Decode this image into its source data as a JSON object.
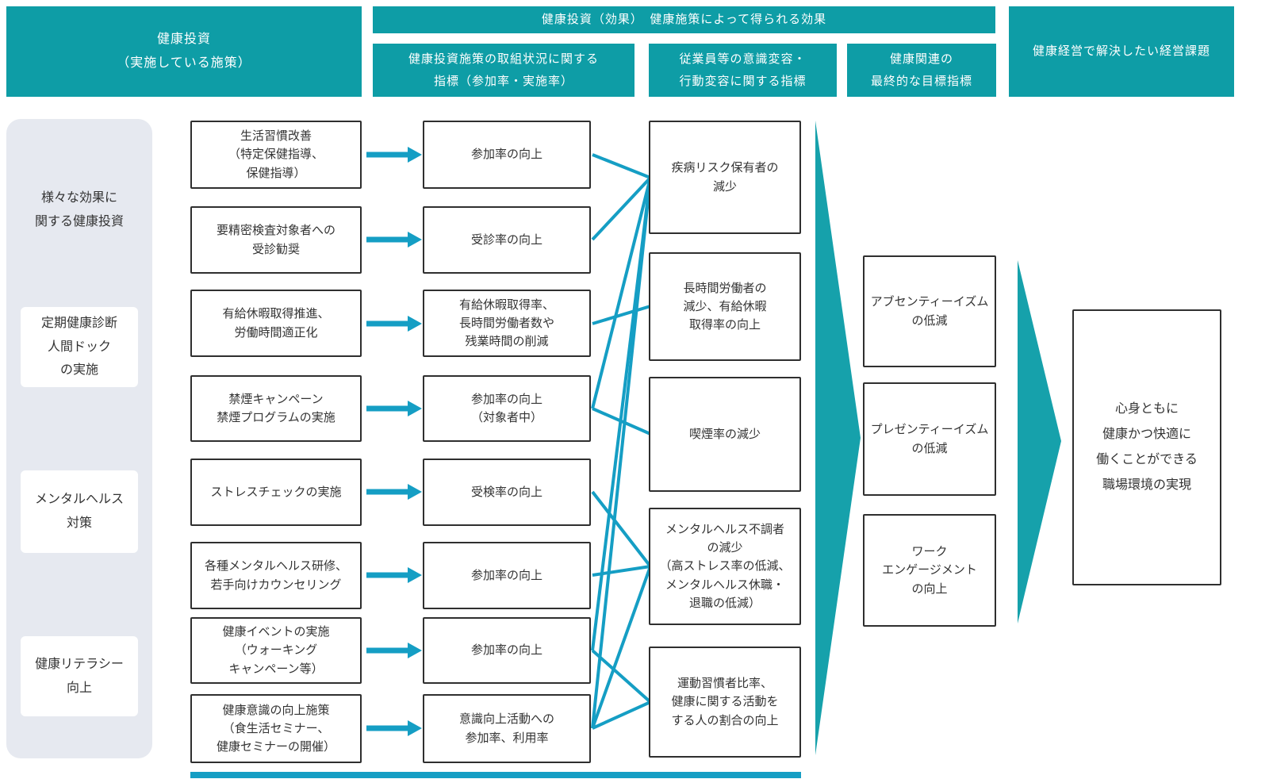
{
  "colors": {
    "header_bg": "#0E9DA6",
    "arrow_teal": "#16A1AB",
    "connector_cyan": "#159EC4",
    "sidebar_bg": "#E6E9F0",
    "box_border": "#2F2F2F",
    "text_dark": "#333333",
    "header_text": "#FFFFFF"
  },
  "headers": {
    "investment": "健康投資\n（実施している施策）",
    "effects_strip": "健康投資（効果）　健康施策によって得られる効果",
    "initiative_status": "健康投資施策の取組状況に関する\n指標（参加率・実施率）",
    "awareness_change": "従業員等の意識変容・\n行動変容に関する指標",
    "final_target": "健康関連の\n最終的な目標指標",
    "management_issue": "健康経営で解決したい経営課題"
  },
  "sidebar": {
    "categories": [
      {
        "label": "様々な効果に\n関する健康投資",
        "boxed": false
      },
      {
        "label": "定期健康診断\n人間ドック\nの実施",
        "boxed": true
      },
      {
        "label": "メンタルヘルス\n対策",
        "boxed": true
      },
      {
        "label": "健康リテラシー\n向上",
        "boxed": true
      }
    ]
  },
  "measures": [
    "生活習慣改善\n（特定保健指導、\n保健指導）",
    "要精密検査対象者への\n受診勧奨",
    "有給休暇取得推進、\n労働時間適正化",
    "禁煙キャンペーン\n禁煙プログラムの実施",
    "ストレスチェックの実施",
    "各種メンタルヘルス研修、\n若手向けカウンセリング",
    "健康イベントの実施\n（ウォーキング\nキャンペーン等）",
    "健康意識の向上施策\n（食生活セミナー、\n健康セミナーの開催）"
  ],
  "initiative_indicators": [
    "参加率の向上",
    "受診率の向上",
    "有給休暇取得率、\n長時間労働者数や\n残業時間の削減",
    "参加率の向上\n（対象者中）",
    "受検率の向上",
    "参加率の向上",
    "参加率の向上",
    "意識向上活動への\n参加率、利用率"
  ],
  "behavior_indicators": [
    "疾病リスク保有者の\n減少",
    "長時間労働者の\n減少、有給休暇\n取得率の向上",
    "喫煙率の減少",
    "メンタルヘルス不調者\nの減少\n（高ストレス率の低減、\nメンタルヘルス休職・\n退職の低減）",
    "運動習慣者比率、\n健康に関する活動を\nする人の割合の向上"
  ],
  "target_indicators": [
    "アブセンティーイズム\nの低減",
    "プレゼンティーイズム\nの低減",
    "ワーク\nエンゲージメント\nの向上"
  ],
  "goal": "心身ともに\n健康かつ快適に\n働くことができる\n職場環境の実現",
  "flows": {
    "measure_to_indicator": [
      1,
      2,
      3,
      4,
      5,
      6,
      7,
      8
    ],
    "indicator_to_behavior": [
      [
        1,
        1
      ],
      [
        2,
        1
      ],
      [
        3,
        2
      ],
      [
        4,
        1
      ],
      [
        4,
        3
      ],
      [
        5,
        4
      ],
      [
        6,
        4
      ],
      [
        7,
        1
      ],
      [
        7,
        5
      ],
      [
        8,
        1
      ],
      [
        8,
        4
      ],
      [
        8,
        5
      ]
    ]
  }
}
